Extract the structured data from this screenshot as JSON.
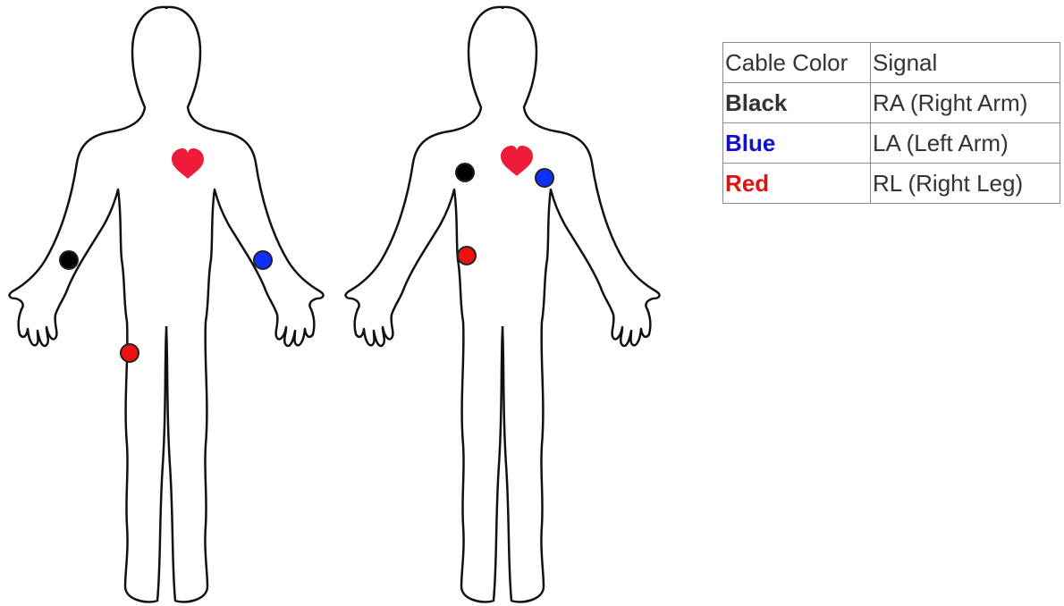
{
  "legend_table": {
    "headers": [
      "Cable Color",
      "Signal"
    ],
    "rows": [
      {
        "cable_color": "Black",
        "signal": "RA (Right Arm)",
        "color": "#333333"
      },
      {
        "cable_color": "Blue",
        "signal": "LA (Left Arm)",
        "color": "#1010d0"
      },
      {
        "cable_color": "Red",
        "signal": "RL (Right Leg)",
        "color": "#e31212"
      }
    ]
  },
  "colors": {
    "black_electrode": "#000000",
    "blue_electrode": "#1030ff",
    "red_electrode": "#ee1111",
    "heart": "#ee1c3a"
  },
  "icons": [
    "heart-icon",
    "body-outline"
  ]
}
